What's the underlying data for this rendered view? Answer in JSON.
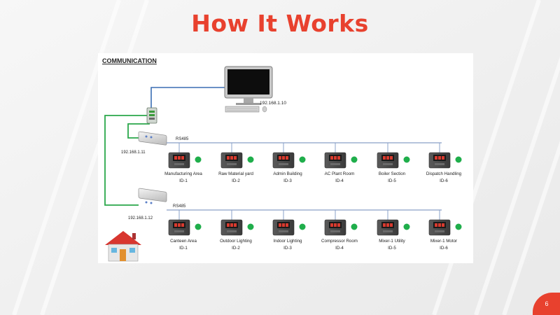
{
  "slide": {
    "title": "How It Works",
    "page_number": "6",
    "accent_color": "#e8412e"
  },
  "diagram": {
    "section_label": "COMMUNICATION",
    "computer": {
      "ip": "192.168.1.10",
      "icon": "computer-icon"
    },
    "switch": {
      "icon": "network-switch-icon"
    },
    "gateways": [
      {
        "ip": "192.168.1.11",
        "bus_label": "RS485"
      },
      {
        "ip": "192.168.1.12",
        "bus_label": "RS485"
      }
    ],
    "rows": [
      {
        "meters": [
          {
            "name": "Manufacturing Area",
            "id": "ID-1"
          },
          {
            "name": "Raw Material yard",
            "id": "ID-2"
          },
          {
            "name": "Admin Building",
            "id": "ID-3"
          },
          {
            "name": "AC Plant Room",
            "id": "ID-4"
          },
          {
            "name": "Boiler Section",
            "id": "ID-5"
          },
          {
            "name": "Dispatch Handling",
            "id": "ID-6"
          }
        ]
      },
      {
        "meters": [
          {
            "name": "Canteen Area",
            "id": "ID-1"
          },
          {
            "name": "Outdoor Lighting",
            "id": "ID-2"
          },
          {
            "name": "Indoor Lighting",
            "id": "ID-3"
          },
          {
            "name": "Compressor Room",
            "id": "ID-4"
          },
          {
            "name": "Mixer-1 Utility",
            "id": "ID-5"
          },
          {
            "name": "Mixer-1 Motor",
            "id": "ID-6"
          }
        ]
      }
    ],
    "colors": {
      "ethernet_link": "#2aa84a",
      "lan_link": "#3a6db3",
      "rs485_bus": "#8aa0c8",
      "status_led": "#1fae4b"
    },
    "icons": {
      "home": "house-icon",
      "meter": "energy-meter-icon"
    }
  }
}
